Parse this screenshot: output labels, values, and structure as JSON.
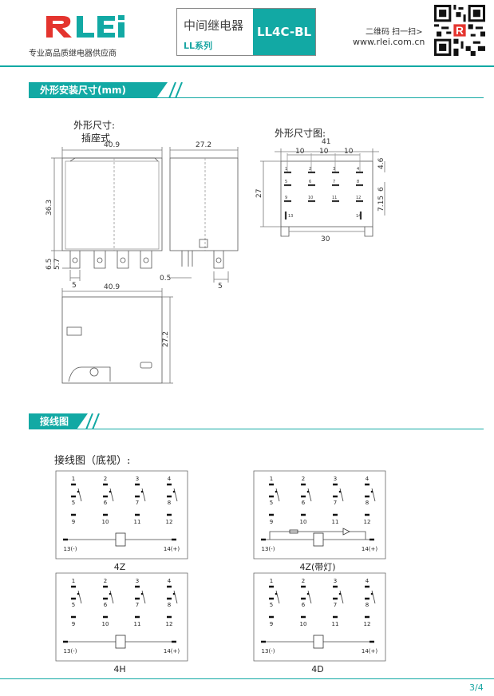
{
  "header": {
    "tagline": "专业高品质继电器供应商",
    "title_cn": "中间继电器",
    "series": "LL系列",
    "model": "LL4C-BL",
    "qr_label": "二维码 扫一扫>",
    "website": "www.rlei.com.cn"
  },
  "sections": {
    "dimensions": "外形安装尺寸(mm)",
    "wiring": "接线图"
  },
  "dimensions": {
    "outline_label": "外形尺寸:",
    "socket_type": "插座式",
    "outline_drawing_label": "外形尺寸图:",
    "dims": {
      "width_front": "40.9",
      "width_side": "27.2",
      "height": "36.3",
      "pin_len_a": "6.5",
      "pin_len_b": "5.7",
      "pin_spacing": "5",
      "pin_thick": "0.5",
      "pin_gap": "5",
      "mount_width": "41",
      "pitch1": "10",
      "pitch2": "10",
      "pitch3": "10",
      "mount_height": "27",
      "row_top": "4.6",
      "row_mid": "6",
      "row_bot": "7.15",
      "hole_span": "30",
      "bottom_width": "40.9",
      "bottom_depth": "27.2"
    },
    "pin_numbers": [
      "1",
      "2",
      "3",
      "4",
      "5",
      "6",
      "7",
      "8",
      "9",
      "10",
      "11",
      "12",
      "13",
      "14"
    ]
  },
  "wiring": {
    "title": "接线图（底视）:",
    "diagrams": [
      {
        "caption": "4Z",
        "terminals": [
          "13(-)",
          "14(+)"
        ]
      },
      {
        "caption": "4Z(带灯)",
        "terminals": [
          "13(-)",
          "14(+)"
        ]
      },
      {
        "caption": "4H",
        "terminals": [
          "13(-)",
          "14(+)"
        ]
      },
      {
        "caption": "4D",
        "terminals": [
          "13(-)",
          "14(+)"
        ]
      }
    ],
    "top_numbers": [
      "1",
      "2",
      "3",
      "4"
    ],
    "mid_numbers": [
      "5",
      "6",
      "7",
      "8"
    ],
    "bot_numbers": [
      "9",
      "10",
      "11",
      "12"
    ]
  },
  "footer": {
    "page": "3/4"
  }
}
